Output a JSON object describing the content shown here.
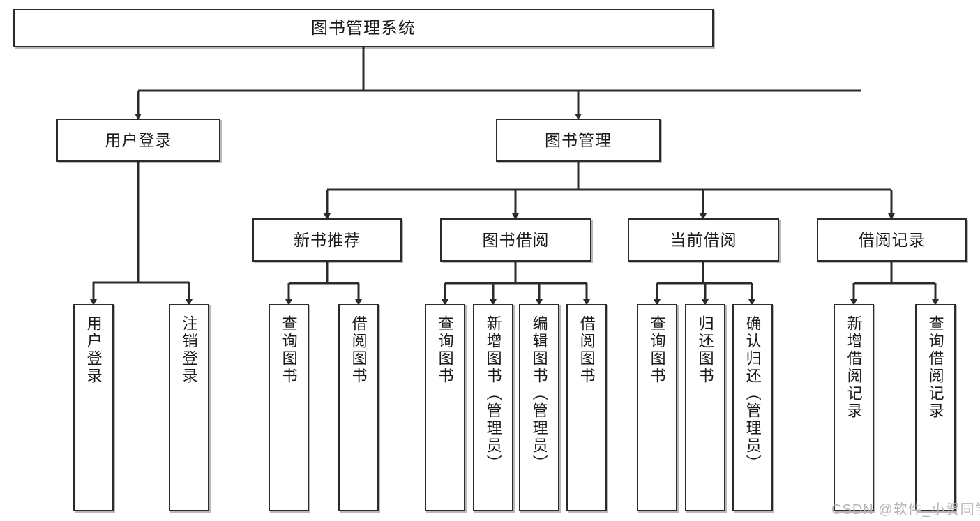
{
  "diagram": {
    "type": "tree",
    "title": "图书管理系统",
    "root": {
      "label": "图书管理系统"
    },
    "level2": [
      {
        "label": "用户登录"
      },
      {
        "label": "图书管理"
      }
    ],
    "level3": [
      {
        "label": "新书推荐"
      },
      {
        "label": "图书借阅"
      },
      {
        "label": "当前借阅"
      },
      {
        "label": "借阅记录"
      }
    ],
    "leaves": {
      "user_login": [
        {
          "label": "用户登录"
        },
        {
          "label": "注销登录"
        }
      ],
      "new_book_recommend": [
        {
          "label": "查询图书"
        },
        {
          "label": "借阅图书"
        }
      ],
      "book_borrow": [
        {
          "label": "查询图书"
        },
        {
          "label": "新增图书（管理员）"
        },
        {
          "label": "编辑图书（管理员）"
        },
        {
          "label": "借阅图书"
        }
      ],
      "current_borrow": [
        {
          "label": "查询图书"
        },
        {
          "label": "归还图书"
        },
        {
          "label": "确认归还（管理员）"
        }
      ],
      "borrow_record": [
        {
          "label": "新增借阅记录"
        },
        {
          "label": "查询借阅记录"
        }
      ]
    }
  },
  "watermark": {
    "text": "CSDN @软件_小贺同学"
  },
  "colors": {
    "border": "#2b2b2b",
    "background": "#ffffff",
    "text": "#1a1a1a",
    "watermark": "#b6b6b6"
  }
}
